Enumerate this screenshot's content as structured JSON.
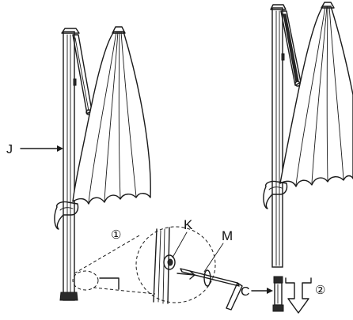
{
  "labels": {
    "pole": "J",
    "knob": "K",
    "tool": "M",
    "cap": "C",
    "step1": "①",
    "step2": "②"
  },
  "colors": {
    "ink": "#1a1a1a",
    "background": "#ffffff"
  }
}
